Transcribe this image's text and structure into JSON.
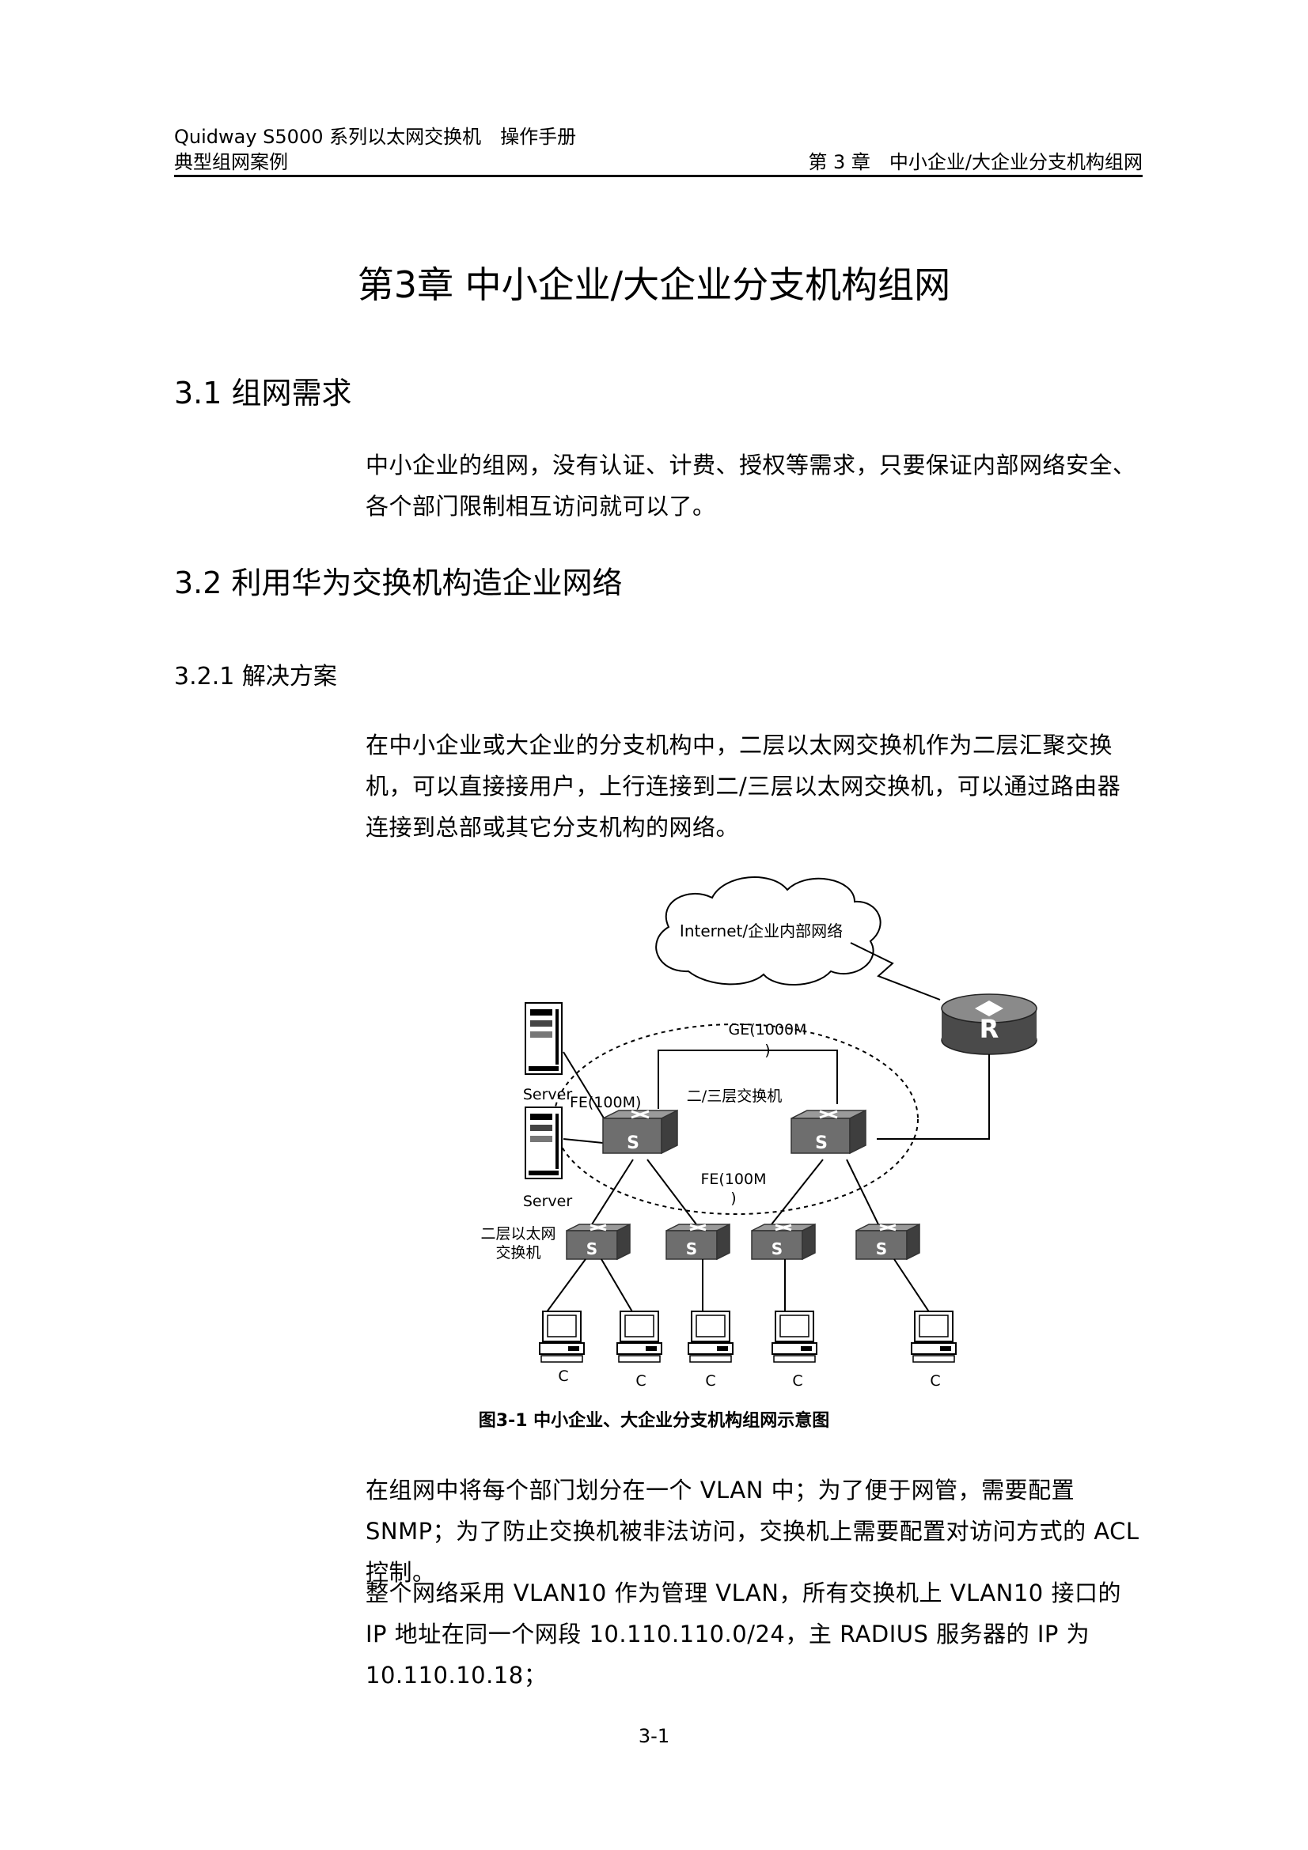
{
  "header": {
    "product": "Quidway S5000 系列以太网交换机　操作手册",
    "section_left": "典型组网案例",
    "section_right": "第 3 章　中小企业/大企业分支机构组网"
  },
  "chapter_title": "第3章  中小企业/大企业分支机构组网",
  "sections": {
    "s31": {
      "heading": "3.1  组网需求",
      "paragraph": "中小企业的组网，没有认证、计费、授权等需求，只要保证内部网络安全、各个部门限制相互访问就可以了。"
    },
    "s32": {
      "heading": "3.2  利用华为交换机构造企业网络"
    },
    "s321": {
      "heading": "3.2.1  解决方案",
      "paragraph": "在中小企业或大企业的分支机构中，二层以太网交换机作为二层汇聚交换机，可以直接接用户，上行连接到二/三层以太网交换机，可以通过路由器连接到总部或其它分支机构的网络。"
    }
  },
  "figure": {
    "cloud_label": "Internet/企业内部网络",
    "router_letter": "R",
    "switch_letter": "S",
    "ge_label_1": "GE(1000M",
    "ge_label_2": ")",
    "core_label": "二/三层交换机",
    "fe_label_left": "FE(100M)",
    "fe_label_mid_1": "FE(100M",
    "fe_label_mid_2": ")",
    "server_label": "Server",
    "access_label_1": "二层以太网",
    "access_label_2": "交换机",
    "pc_label": "C",
    "caption": "图3-1  中小企业、大企业分支机构组网示意图"
  },
  "body_after": {
    "paragraph1": "在组网中将每个部门划分在一个 VLAN 中；为了便于网管，需要配置 SNMP；为了防止交换机被非法访问，交换机上需要配置对访问方式的 ACL 控制。",
    "paragraph2": "整个网络采用 VLAN10 作为管理 VLAN，所有交换机上 VLAN10 接口的 IP 地址在同一个网段 10.110.110.0/24，主 RADIUS 服务器的 IP 为 10.110.10.18；"
  },
  "page_number": "3-1"
}
